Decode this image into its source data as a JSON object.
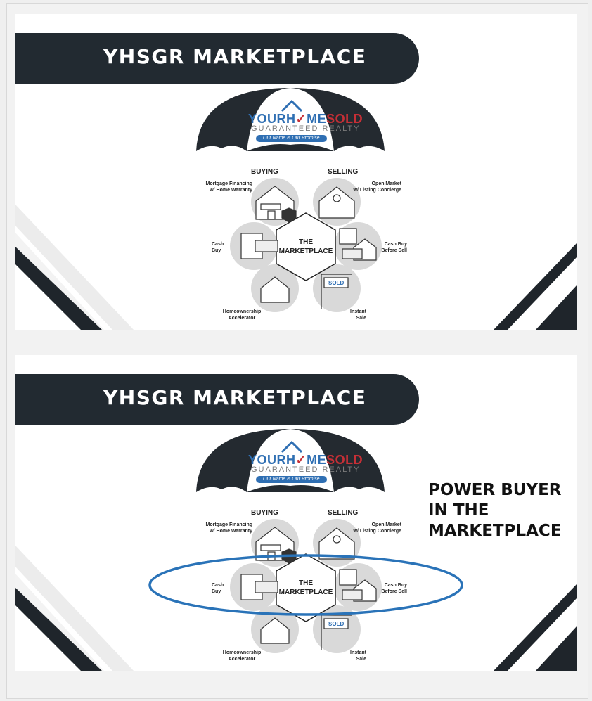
{
  "slides": [
    {
      "title": "YHSGR MARKETPLACE",
      "logo": {
        "brand_your": "YOUR",
        "brand_h": "H",
        "brand_me": "ME",
        "brand_sold": "SOLD",
        "subtitle": "GUARANTEED REALTY",
        "tagline": "Our Name is Our Promise"
      },
      "headers": {
        "buying": "BUYING",
        "selling": "SELLING"
      },
      "center": {
        "line1": "THE",
        "line2": "MARKETPLACE"
      },
      "items": {
        "mortgage": [
          "Mortgage Financing",
          "w/ Home Warranty"
        ],
        "cash_buy": [
          "Cash",
          "Buy"
        ],
        "homeownership": [
          "Homeownership",
          "Accelerator"
        ],
        "open_market": [
          "Open Market",
          "w/ Listing Concierge"
        ],
        "cash_buy_before_sell": [
          "Cash Buy",
          "Before Sell"
        ],
        "instant_sale": [
          "Instant",
          "Sale"
        ]
      },
      "sign_text": "SOLD"
    },
    {
      "title": "YHSGR MARKETPLACE",
      "logo": {
        "brand_your": "YOUR",
        "brand_h": "H",
        "brand_me": "ME",
        "brand_sold": "SOLD",
        "subtitle": "GUARANTEED REALTY",
        "tagline": "Our Name is Our Promise"
      },
      "headers": {
        "buying": "BUYING",
        "selling": "SELLING"
      },
      "center": {
        "line1": "THE",
        "line2": "MARKETPLACE"
      },
      "items": {
        "mortgage": [
          "Mortgage Financing",
          "w/ Home Warranty"
        ],
        "cash_buy": [
          "Cash",
          "Buy"
        ],
        "homeownership": [
          "Homeownership",
          "Accelerator"
        ],
        "open_market": [
          "Open Market",
          "w/ Listing Concierge"
        ],
        "cash_buy_before_sell": [
          "Cash Buy",
          "Before Sell"
        ],
        "instant_sale": [
          "Instant",
          "Sale"
        ]
      },
      "sign_text": "SOLD",
      "callout": [
        "POWER BUYER",
        "IN THE",
        "MARKETPLACE"
      ]
    }
  ],
  "colors": {
    "banner": "#222a31",
    "umbrella": "#242a30",
    "accent_blue": "#2f6fb3",
    "accent_red": "#c62f36",
    "circle_bg": "#d9d9d9",
    "highlight_ellipse": "#2a73b8"
  }
}
